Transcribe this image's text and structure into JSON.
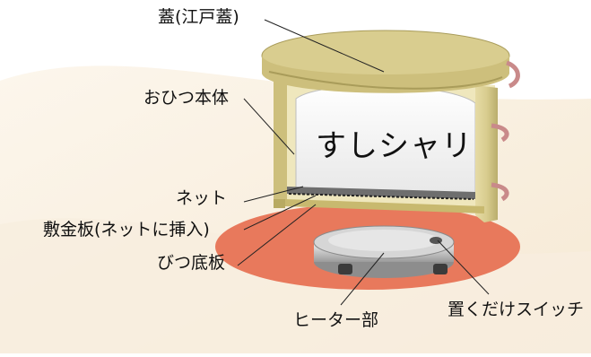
{
  "labels": {
    "lid": "蓋(江戸蓋)",
    "body": "おひつ本体",
    "net": "ネット",
    "plate": "敷金板(ネットに挿入)",
    "bottom": "びつ底板",
    "heater": "ヒーター部",
    "switch": "置くだけスイッチ"
  },
  "content": {
    "rice": "すしシャリ"
  },
  "colors": {
    "wood": "#d7c98a",
    "wood_dark": "#a99c5a",
    "copper": "#e8795c",
    "heater_metal": "#c9c9c9",
    "background_wave": "#f6ead6"
  }
}
